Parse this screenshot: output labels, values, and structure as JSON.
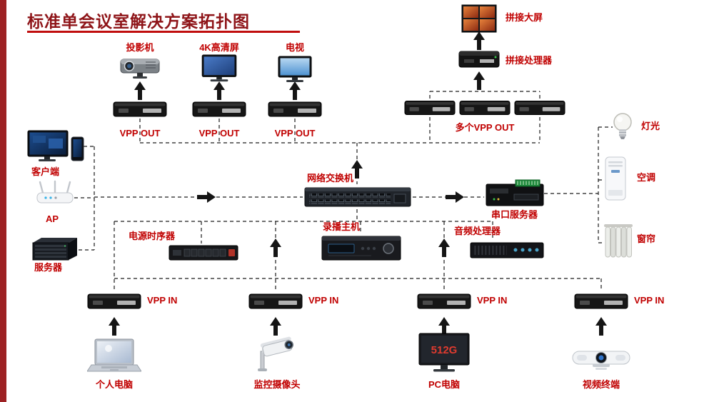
{
  "title": "标准单会议室解决方案拓扑图",
  "colors": {
    "accent_bar": "#9d2123",
    "title_text": "#8e1418",
    "title_underline": "#c00d0d",
    "node_label": "#c00000",
    "connection_line": "#1c1c1c",
    "pc_screen_text_color": "#e03b2f"
  },
  "top_outputs": {
    "projector_label": "投影机",
    "screen4k_label": "4K高清屏",
    "tv_label": "电视",
    "vpp_out_label": "VPP OUT"
  },
  "videowall_group": {
    "videowall_label": "拼接大屏",
    "processor_label": "拼接处理器",
    "multi_vpp_out_label": "多个VPP OUT"
  },
  "left_column": {
    "client_label": "客户端",
    "ap_label": "AP",
    "server_label": "服务器"
  },
  "center_row": {
    "switch_label": "网络交换机",
    "serial_server_label": "串口服务器",
    "power_sequencer_label": "电源时序器",
    "recorder_label": "录播主机",
    "audio_processor_label": "音频处理器"
  },
  "right_column": {
    "light_label": "灯光",
    "aircon_label": "空调",
    "curtain_label": "窗帘"
  },
  "bottom_inputs": {
    "vpp_in_label": "VPP IN",
    "laptop_label": "个人电脑",
    "camera_label": "监控摄像头",
    "pc_label": "PC电脑",
    "pc_screen_text": "512G",
    "terminal_label": "视频终端"
  }
}
